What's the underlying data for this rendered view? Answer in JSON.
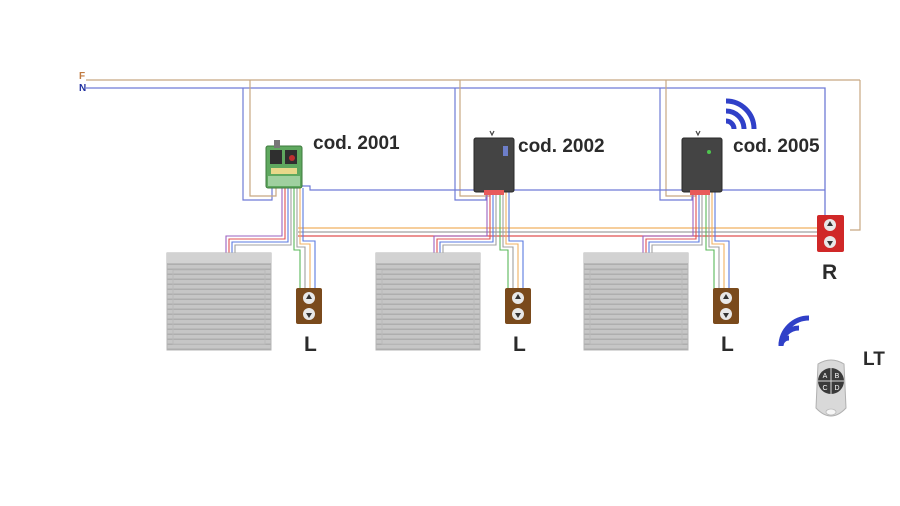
{
  "bus": {
    "phase_label": "F",
    "neutral_label": "N"
  },
  "modules": [
    {
      "code": "cod. 2001"
    },
    {
      "code": "cod. 2002"
    },
    {
      "code": "cod. 2005"
    }
  ],
  "switches": [
    {
      "label": "L"
    },
    {
      "label": "L"
    },
    {
      "label": "L"
    }
  ],
  "group_switch": {
    "label": "R"
  },
  "remote": {
    "label": "LT",
    "buttons": [
      "A",
      "B",
      "C",
      "D"
    ]
  },
  "colors": {
    "phase_wire": "#c8a882",
    "neutral_wire": "#6f7bd6",
    "wire_red": "#e05050",
    "wire_orange": "#f0b060",
    "wire_green": "#5ab85a",
    "wire_blue": "#5a7ae0",
    "wire_purple": "#9a60c0",
    "wire_grey": "#a0a0a0",
    "wifi": "#3040c8",
    "switch_brown": "#7a4a1c",
    "group_switch_red": "#d02828",
    "shutter_grey": "#c4c4c4",
    "module_dark": "#444444",
    "board_green": "#5fa85f"
  }
}
